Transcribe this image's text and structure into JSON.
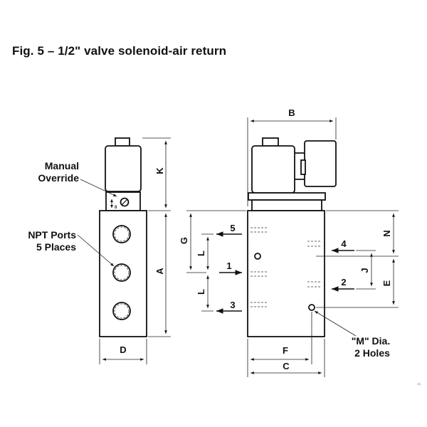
{
  "title": "Fig. 5 – 1/2\" valve solenoid-air return",
  "callouts": {
    "manual_override_line1": "Manual",
    "manual_override_line2": "Override",
    "npt_ports_line1": "NPT Ports",
    "npt_ports_line2": "5 Places",
    "m_dia_line1": "\"M\" Dia.",
    "m_dia_line2": "2 Holes"
  },
  "dimensions": {
    "A": "A",
    "B": "B",
    "C": "C",
    "D": "D",
    "E": "E",
    "F": "F",
    "G": "G",
    "J": "J",
    "K": "K",
    "L": "L",
    "N": "N"
  },
  "ports": {
    "p1": "1",
    "p2": "2",
    "p3": "3",
    "p4": "4",
    "p5": "5"
  },
  "small_mark": "0"
}
